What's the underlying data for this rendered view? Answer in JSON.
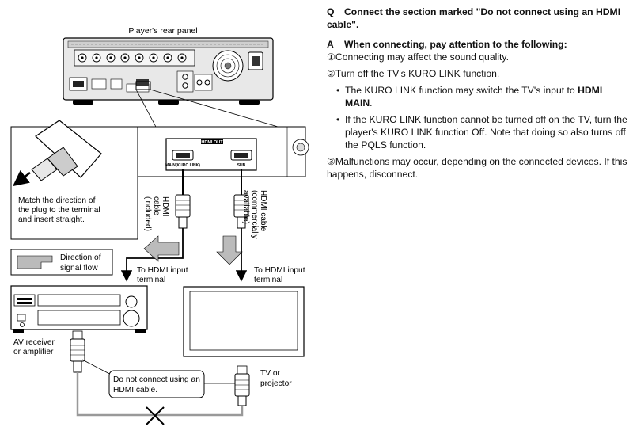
{
  "diagram": {
    "rear_panel_caption": "Player's rear panel",
    "hdmi_out_label": "HDMI OUT",
    "main_port_label": "MAIN(KURO LINK)",
    "sub_port_label": "SUB",
    "plug_instruction": [
      "Match the direction of",
      "the plug to the terminal",
      "and insert straight."
    ],
    "cable_included": [
      "HDMI",
      "cable",
      "(included)"
    ],
    "cable_commercial": [
      "HDMI cable",
      "(commercially",
      "available)"
    ],
    "legend_label": [
      "Direction of",
      "signal flow"
    ],
    "to_hdmi_input_left": [
      "To HDMI input",
      "terminal"
    ],
    "to_hdmi_input_right": [
      "To HDMI input",
      "terminal"
    ],
    "av_receiver_label": [
      "AV receiver",
      "or amplifier"
    ],
    "tv_label": [
      "TV or",
      "projector"
    ],
    "do_not_connect": [
      "Do not connect using an",
      "HDMI cable."
    ]
  },
  "qa": {
    "q_label": "Q",
    "question": "Connect the section marked \"Do not connect using an HDMI cable\".",
    "a_label": "A",
    "answer_heading": "When connecting, pay attention to the following:",
    "item1": "①Connecting may affect the sound quality.",
    "item2": "②Turn off the TV's KURO LINK function.",
    "bullet1_text": "The KURO LINK function may switch the TV's input to ",
    "bullet1_bold": "HDMI MAIN",
    "bullet1_end": ".",
    "bullet2": "If the KURO LINK function cannot be turned off on the TV, turn the player's KURO LINK function Off. Note that doing so also turns off the PQLS function.",
    "item3": "③Malfunctions may occur, depending on the connected devices. If this happens, disconnect."
  }
}
